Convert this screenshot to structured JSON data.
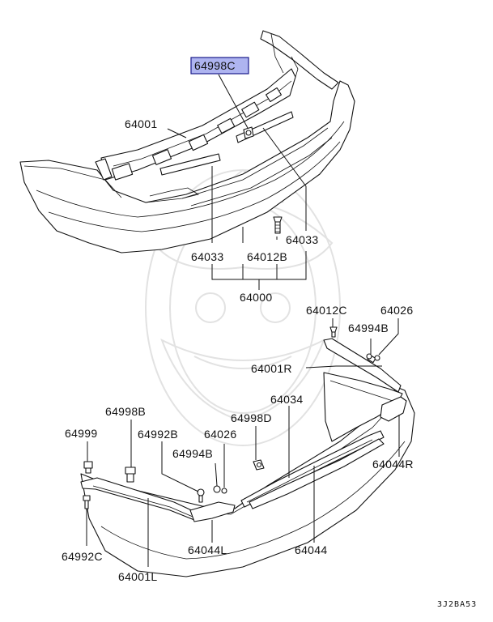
{
  "labels": {
    "p64998C": "64998C",
    "p64001": "64001",
    "p64033_left": "64033",
    "p64012B": "64012B",
    "p64033_right": "64033",
    "p64000": "64000",
    "p64012C": "64012C",
    "p64026_top": "64026",
    "p64994B_top": "64994B",
    "p64001R": "64001R",
    "p64034": "64034",
    "p64998B": "64998B",
    "p64999": "64999",
    "p64992B": "64992B",
    "p64026_mid": "64026",
    "p64994B_mid": "64994B",
    "p64998D": "64998D",
    "p64044R": "64044R",
    "p64992C": "64992C",
    "p64044L": "64044L",
    "p64044": "64044",
    "p64001L": "64001L"
  },
  "diagram_code": "3J2BA53",
  "colors": {
    "highlight": "#aeb4f0",
    "line": "#111111",
    "watermark": "#e2e2e2"
  }
}
